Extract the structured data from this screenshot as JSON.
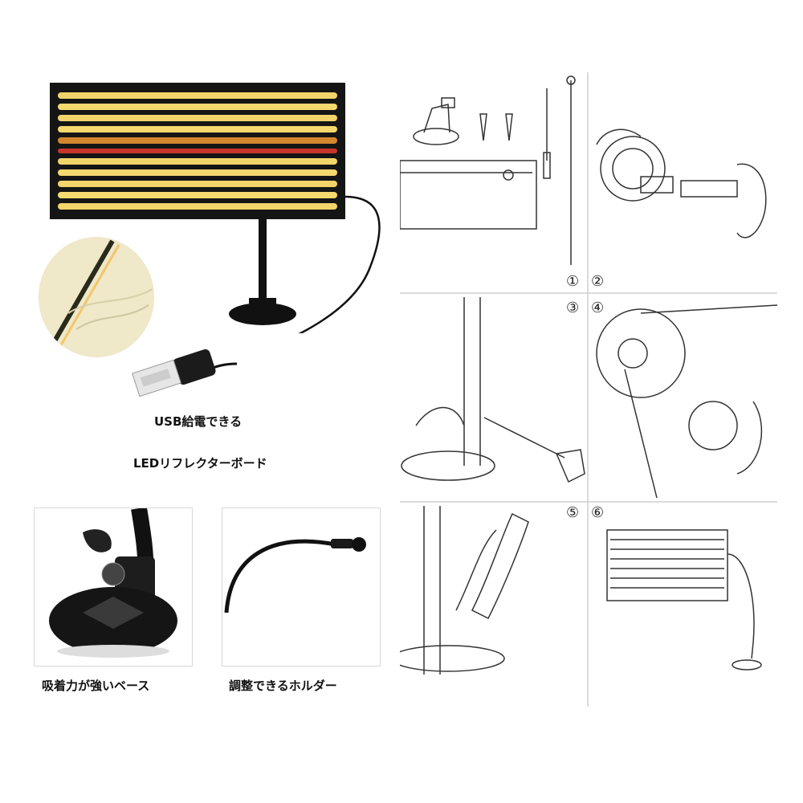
{
  "captions": {
    "usb": "USB給電できる",
    "led": "LEDリフレクターボード",
    "base": "吸着力が強いベース",
    "holder": "調整できるホルダー"
  },
  "steps": {
    "s1": "①",
    "s2": "②",
    "s3": "③",
    "s4": "④",
    "s5": "⑤",
    "s6": "⑥"
  },
  "colors": {
    "led_yellow": "#f5d56a",
    "led_red": "#c8342a",
    "frame": "#1a1a1a",
    "line": "#333333"
  }
}
